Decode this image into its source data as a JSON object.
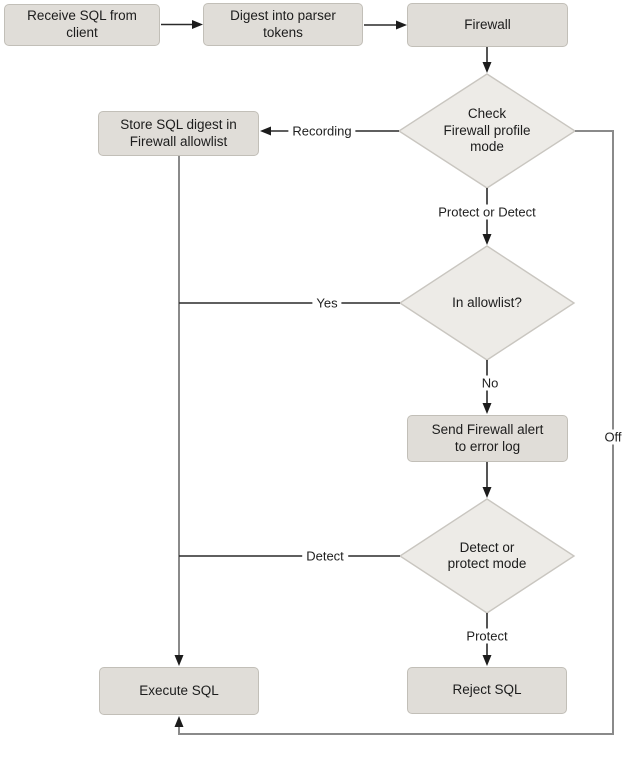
{
  "diagram": {
    "type": "flowchart",
    "topic": "SQL Firewall statement processing flow",
    "nodes": {
      "receive": {
        "label": "Receive SQL from\nclient",
        "shape": "process"
      },
      "digest": {
        "label": "Digest into parser\ntokens",
        "shape": "process"
      },
      "firewall": {
        "label": "Firewall",
        "shape": "process"
      },
      "store": {
        "label": "Store SQL digest in\nFirewall allowlist",
        "shape": "process"
      },
      "check_mode": {
        "label": "Check\nFirewall profile\nmode",
        "shape": "decision"
      },
      "in_allowlist": {
        "label": "In allowlist?",
        "shape": "decision"
      },
      "send_alert": {
        "label": "Send Firewall alert\nto error log",
        "shape": "process"
      },
      "detect_protect": {
        "label": "Detect or\nprotect mode",
        "shape": "decision"
      },
      "execute": {
        "label": "Execute SQL",
        "shape": "process"
      },
      "reject": {
        "label": "Reject SQL",
        "shape": "process"
      }
    },
    "edge_labels": {
      "recording": "Recording",
      "protect_or_detect": "Protect or Detect",
      "yes": "Yes",
      "no": "No",
      "off": "Off",
      "detect": "Detect",
      "protect": "Protect"
    },
    "edges": [
      "receive -> digest",
      "digest -> firewall",
      "firewall -> check_mode",
      "check_mode -> store : Recording",
      "check_mode -> in_allowlist : Protect or Detect",
      "check_mode -> execute : Off (right/bottom loop)",
      "store -> execute",
      "in_allowlist -> execute : Yes",
      "in_allowlist -> send_alert : No",
      "send_alert -> detect_protect",
      "detect_protect -> execute : Detect",
      "detect_protect -> reject : Protect"
    ],
    "colors": {
      "node_fill": "#e0ddd8",
      "node_border": "#c2bfb8",
      "diamond_fill": "#edebe7",
      "diamond_border": "#c9c6c0",
      "arrow_line": "#2a2a2a",
      "rail_line": "#8a8a8a",
      "arrowhead": "#1c1c1c",
      "text": "#1c1c1c",
      "background": "#ffffff"
    }
  }
}
